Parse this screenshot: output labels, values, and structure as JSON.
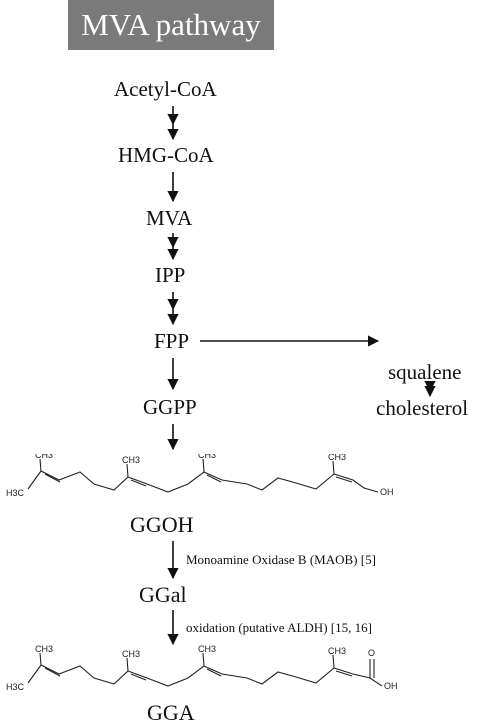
{
  "title": "MVA pathway",
  "nodes": {
    "acetyl_coa": "Acetyl-CoA",
    "hmg_coa": "HMG-CoA",
    "mva": "MVA",
    "ipp": "IPP",
    "fpp": "FPP",
    "ggpp": "GGPP",
    "squalene": "squalene",
    "cholesterol": "cholesterol",
    "ggoh": "GGOH",
    "ggal": "GGal",
    "gga": "GGA"
  },
  "annotations": {
    "maob": "Monoamine Oxidase B (MAOB) [5]",
    "oxidation": "oxidation (putative ALDH) [15, 16]"
  },
  "chem_labels": {
    "ch3": "CH3",
    "h3c": "H3C",
    "oh": "OH",
    "o": "O"
  }
}
